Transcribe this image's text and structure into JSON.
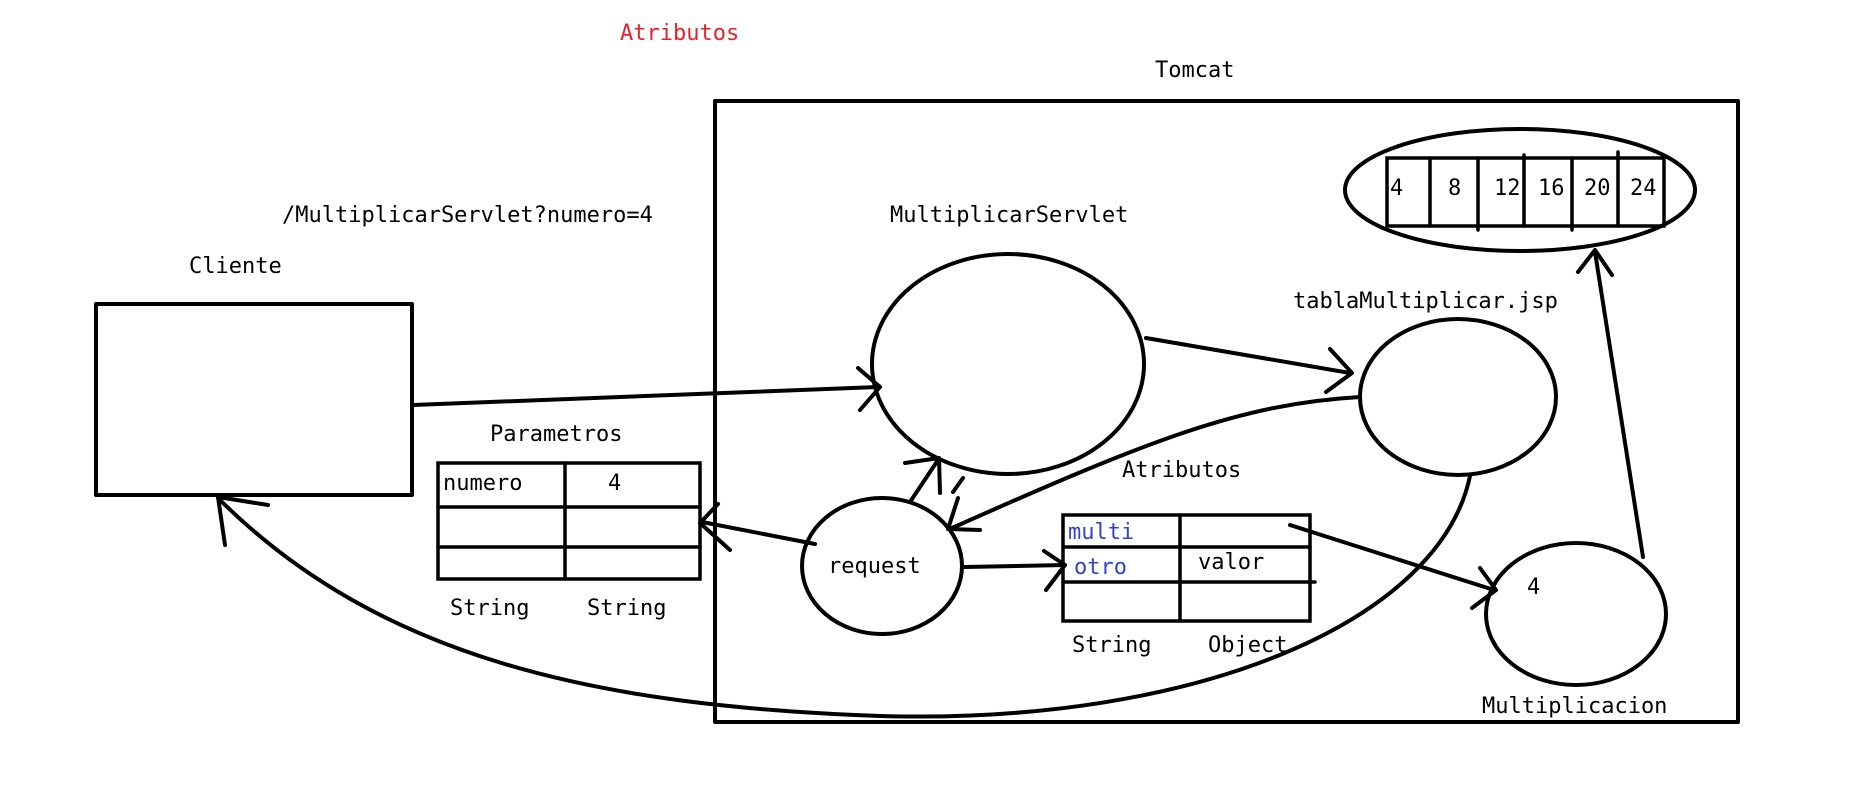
{
  "title": "Atributos",
  "server": "Tomcat",
  "url": "/MultiplicarServlet?numero=4",
  "client": "Cliente",
  "servlet": "MultiplicarServlet",
  "jsp": "tablaMultiplicar.jsp",
  "request": "request",
  "bean": {
    "label": "Multiplicacion",
    "value": "4"
  },
  "parametros": {
    "title": "Parametros",
    "rows": [
      [
        "numero",
        "4"
      ],
      [
        "",
        ""
      ],
      [
        "",
        ""
      ]
    ],
    "types": [
      "String",
      "String"
    ]
  },
  "atributos": {
    "title": "Atributos",
    "rows": [
      [
        "multi",
        ""
      ],
      [
        "otro",
        "valor"
      ],
      [
        "",
        ""
      ]
    ],
    "types": [
      "String",
      "Object"
    ]
  },
  "table_values": [
    "4",
    "8",
    "12",
    "16",
    "20",
    "24"
  ],
  "colors": {
    "title": "#e8202a",
    "attr_key": "#3344cc",
    "stroke": "#000000"
  }
}
